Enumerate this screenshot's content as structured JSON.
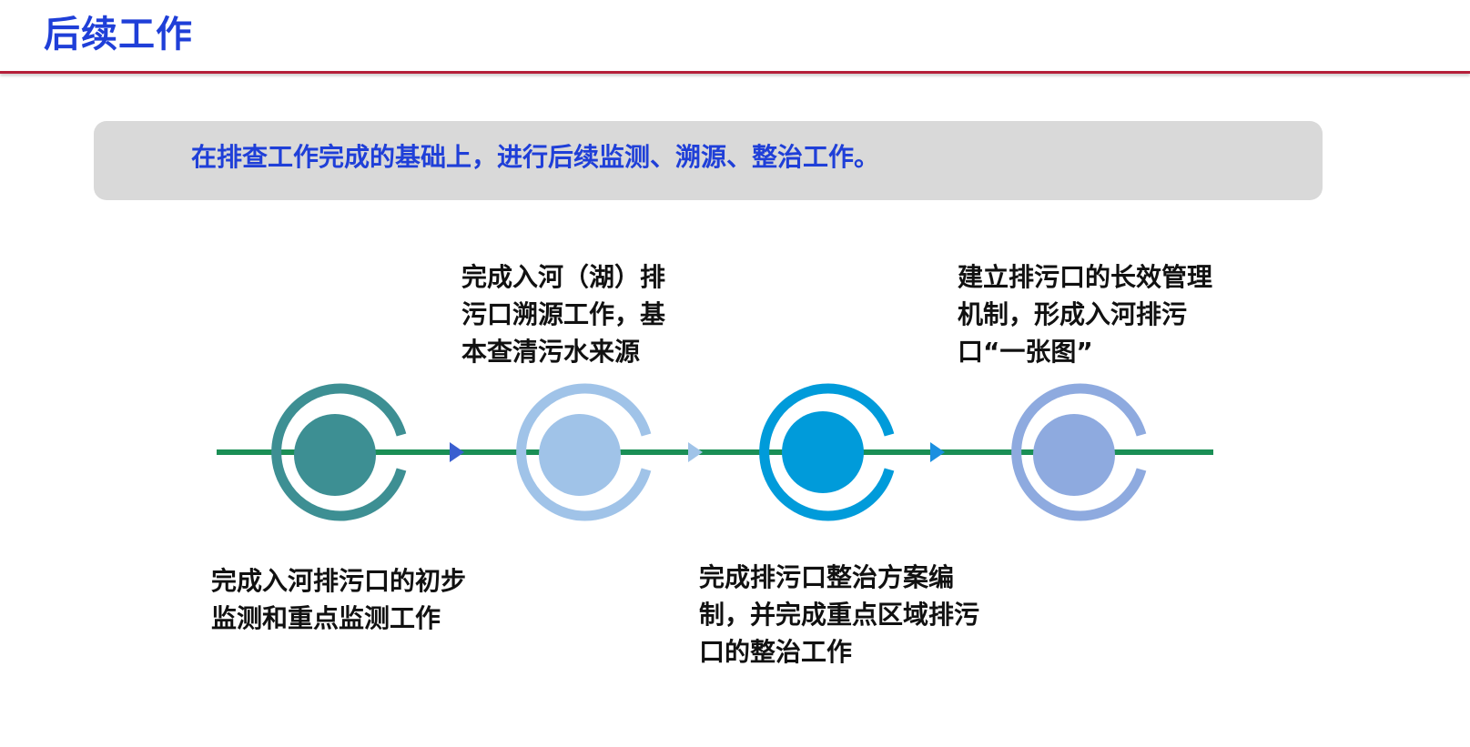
{
  "slide": {
    "title": "后续工作",
    "summary": "在排查工作完成的基础上，进行后续监测、溯源、整治工作。"
  },
  "steps": [
    {
      "text": "完成入河排污口的初步监测和重点监测工作",
      "color": "#3d8f93"
    },
    {
      "text": "完成入河（湖）排污口溯源工作，基本查清污水来源",
      "color": "#a0c3e8"
    },
    {
      "text": "完成排污口整治方案编制，并完成重点区域排污口的整治工作",
      "color": "#009bda"
    },
    {
      "text": "建立排污口的长效管理机制，形成入河排污口“一张图”",
      "color": "#8eaadf"
    }
  ],
  "colors": {
    "title": "#1f3fd8",
    "rule": "#b51f3a",
    "timeline": "#1a8f55",
    "arrow_1": "#3a5fd0",
    "arrow_2": "#a0c3e8",
    "arrow_3": "#1a8fe0"
  }
}
